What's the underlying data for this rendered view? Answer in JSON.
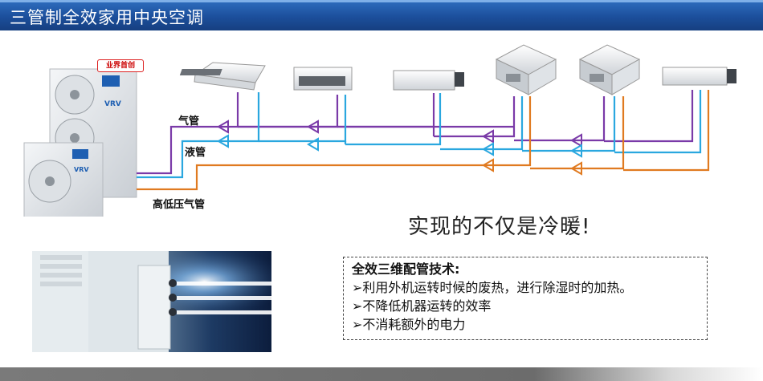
{
  "slide": {
    "title": "三管制全效家用中央空调",
    "headline": "实现的不仅是冷暖!",
    "badge": "业界首创",
    "outdoor_brand": "VRV",
    "pipes": {
      "gas": "气管",
      "liquid": "液管",
      "hp_gas": "高低压气管"
    },
    "tech": {
      "title": "全效三维配管技术:",
      "items": [
        "➢利用外机运转时候的废热，进行除湿时的加热。",
        "➢不降低机器运转的效率",
        "➢不消耗额外的电力"
      ]
    },
    "colors": {
      "title_bar": "#1c4f9c",
      "gas_pipe": "#7a3aa8",
      "liquid_pipe": "#2aa7df",
      "hp_gas_pipe": "#e07a20",
      "badge_border": "#d22222"
    }
  }
}
